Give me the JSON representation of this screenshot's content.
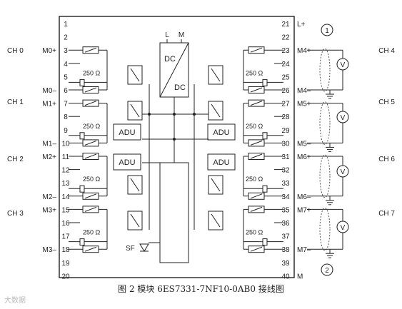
{
  "left_pins": [
    {
      "n": "1",
      "label": ""
    },
    {
      "n": "2",
      "label": ""
    },
    {
      "n": "3",
      "label": "M0+"
    },
    {
      "n": "4",
      "label": ""
    },
    {
      "n": "5",
      "label": ""
    },
    {
      "n": "6",
      "label": "M0–"
    },
    {
      "n": "7",
      "label": "M1+"
    },
    {
      "n": "8",
      "label": ""
    },
    {
      "n": "9",
      "label": ""
    },
    {
      "n": "10",
      "label": "M1–"
    },
    {
      "n": "11",
      "label": "M2+"
    },
    {
      "n": "12",
      "label": ""
    },
    {
      "n": "13",
      "label": ""
    },
    {
      "n": "14",
      "label": "M2–"
    },
    {
      "n": "15",
      "label": "M3+"
    },
    {
      "n": "16",
      "label": ""
    },
    {
      "n": "17",
      "label": ""
    },
    {
      "n": "18",
      "label": "M3–"
    },
    {
      "n": "19",
      "label": ""
    },
    {
      "n": "20",
      "label": ""
    }
  ],
  "right_pins": [
    {
      "n": "21",
      "label": "L+"
    },
    {
      "n": "22",
      "label": ""
    },
    {
      "n": "23",
      "label": "M4+"
    },
    {
      "n": "24",
      "label": ""
    },
    {
      "n": "25",
      "label": ""
    },
    {
      "n": "26",
      "label": "M4–"
    },
    {
      "n": "27",
      "label": "M5+"
    },
    {
      "n": "28",
      "label": ""
    },
    {
      "n": "29",
      "label": ""
    },
    {
      "n": "30",
      "label": "M5–"
    },
    {
      "n": "31",
      "label": "M6+"
    },
    {
      "n": "32",
      "label": ""
    },
    {
      "n": "33",
      "label": ""
    },
    {
      "n": "34",
      "label": "M6–"
    },
    {
      "n": "35",
      "label": "M7+"
    },
    {
      "n": "36",
      "label": ""
    },
    {
      "n": "37",
      "label": ""
    },
    {
      "n": "38",
      "label": "M7–"
    },
    {
      "n": "39",
      "label": ""
    },
    {
      "n": "40",
      "label": "M"
    }
  ],
  "channels_left": [
    "CH 0",
    "CH 1",
    "CH 2",
    "CH 3"
  ],
  "channels_right": [
    "CH 4",
    "CH 5",
    "CH 6",
    "CH 7"
  ],
  "resistor_label": "250 Ω",
  "adu_label": "ADU",
  "dc_top": "DC",
  "dc_bottom": "DC",
  "supply_l": "L",
  "supply_m": "M",
  "sf_label": "SF",
  "meter_label": "V",
  "marker_1": "1",
  "marker_2": "2",
  "caption": "图 2  模块 6ES7331-7NF10-0AB0 接线图",
  "watermark": "大数据"
}
